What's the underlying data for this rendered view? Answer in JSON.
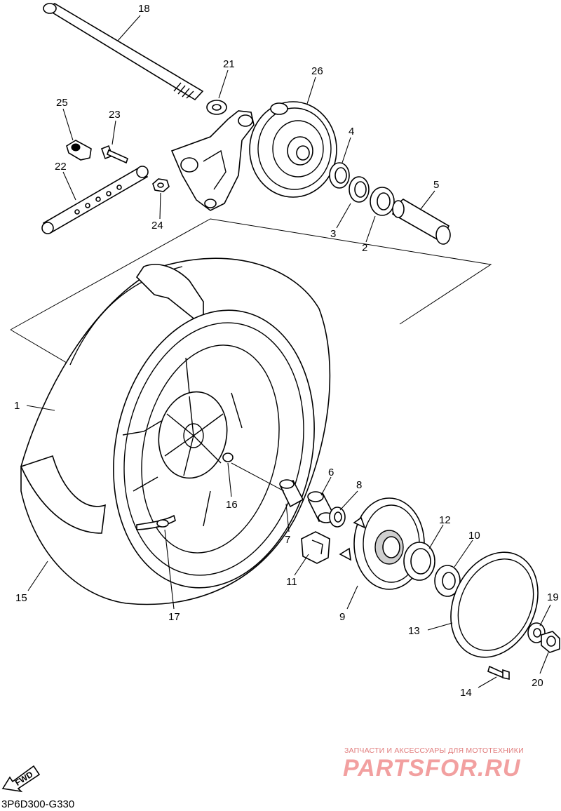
{
  "diagram": {
    "document_code": "3P6D300-G330",
    "fwd_label": "FWD",
    "watermark_caption": "ЗАПЧАСТИ И АКСЕССУАРЫ ДЛЯ МОТОТЕХНИКИ",
    "watermark_logo": "PARTSFOR.RU",
    "callouts": [
      "1",
      "2",
      "3",
      "4",
      "5",
      "6",
      "7",
      "8",
      "9",
      "10",
      "11",
      "12",
      "13",
      "14",
      "15",
      "16",
      "17",
      "18",
      "19",
      "20",
      "21",
      "22",
      "23",
      "24",
      "25",
      "26"
    ]
  }
}
